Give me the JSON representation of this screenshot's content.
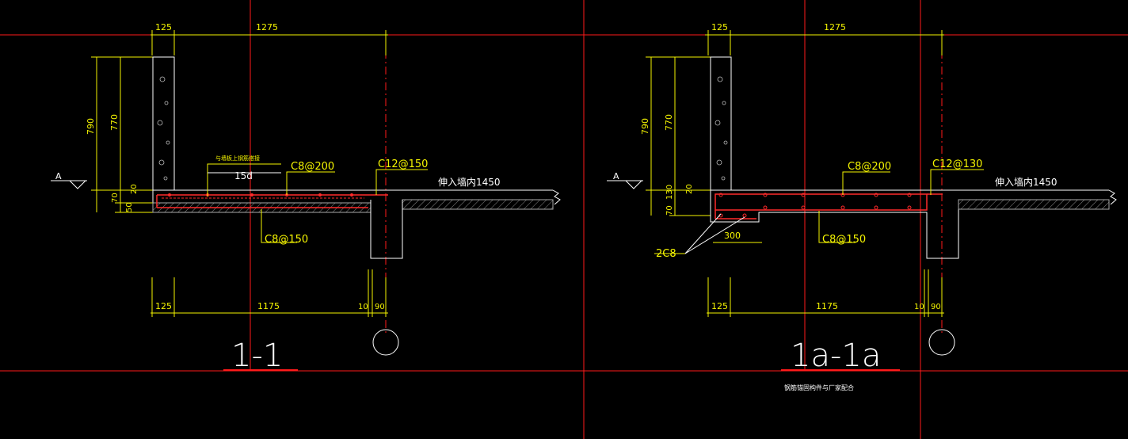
{
  "colors": {
    "background": "#000000",
    "axis": "#ff1a1a",
    "dimension": "#f5f500",
    "outline": "#ffffff",
    "rebar": "#ff2a2a"
  },
  "left": {
    "dims_top": [
      "125",
      "1275"
    ],
    "dims_bottom": [
      "125",
      "1175",
      "10",
      "90"
    ],
    "dims_vertical": [
      "790",
      "770",
      "20",
      "70",
      "50"
    ],
    "level_mark": "A",
    "rebar_1": "C8@200",
    "rebar_2": "C12@150",
    "rebar_3": "C8@150",
    "anchor": "15d",
    "note_small": "与墙板上钢筋搭接",
    "note_level": "伸入墙内1450",
    "title": "1-1"
  },
  "right": {
    "dims_top": [
      "125",
      "1275"
    ],
    "dims_bottom": [
      "125",
      "1175",
      "10",
      "90"
    ],
    "dims_vertical": [
      "790",
      "770",
      "20",
      "70",
      "130"
    ],
    "level_mark": "A",
    "rebar_1": "C8@200",
    "rebar_2": "C12@130",
    "rebar_3": "C8@150",
    "rebar_4": "2C8",
    "dim_300": "300",
    "note_level": "伸入墙内1450",
    "title": "1a-1a",
    "subtitle": "钢筋锚固构件与厂家配合"
  }
}
